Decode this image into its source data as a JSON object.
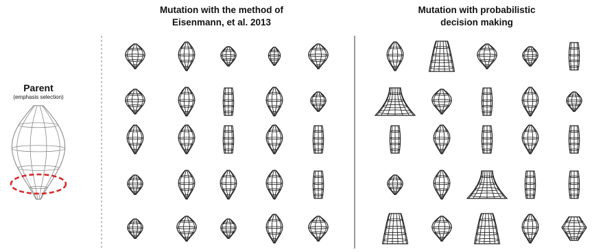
{
  "parent": {
    "title": "Parent",
    "subtitle": "(emphasis selection)"
  },
  "panels": [
    {
      "id": "eisenmann",
      "title_line1": "Mutation with the method of",
      "title_line2": "Eisenmann, et al. 2013",
      "rows": [
        [
          "balloon-wide",
          "balloon-tall",
          "balloon-small",
          "balloon-tiny",
          "balloon-wide"
        ],
        [
          "balloon-wide",
          "balloon-tall",
          "balloon-cylinder",
          "balloon-tall",
          "balloon-small"
        ],
        [
          "balloon-tall",
          "balloon-tall",
          "balloon-cylinder",
          "balloon-tall",
          "balloon-cylinder"
        ],
        [
          "balloon-small",
          "balloon-tall",
          "balloon-tall",
          "balloon-tall",
          "balloon-cylinder"
        ],
        [
          "balloon-small",
          "balloon-wide",
          "balloon-small",
          "balloon-tall",
          "balloon-wide"
        ]
      ]
    },
    {
      "id": "probabilistic",
      "title_line1": "Mutation with probabilistic",
      "title_line2": "decision making",
      "rows": [
        [
          "balloon-tall",
          "balloon-bell",
          "balloon-wide",
          "balloon-small",
          "balloon-cylinder"
        ],
        [
          "balloon-skirt",
          "balloon-wide",
          "balloon-cylinder",
          "balloon-tall",
          "balloon-small"
        ],
        [
          "balloon-cylinder",
          "balloon-tall",
          "balloon-cylinder",
          "balloon-tall",
          "balloon-cylinder"
        ],
        [
          "balloon-small",
          "balloon-tall",
          "balloon-skirt",
          "balloon-cylinder",
          "balloon-cylinder"
        ],
        [
          "balloon-bell",
          "balloon-wide",
          "balloon-bell",
          "balloon-tall",
          "balloon-diamond"
        ]
      ]
    }
  ],
  "colors": {
    "outline": "#222222",
    "parent_outline": "#8a8a8a",
    "highlight": "#d62828",
    "divider": "#9a9a9a"
  }
}
